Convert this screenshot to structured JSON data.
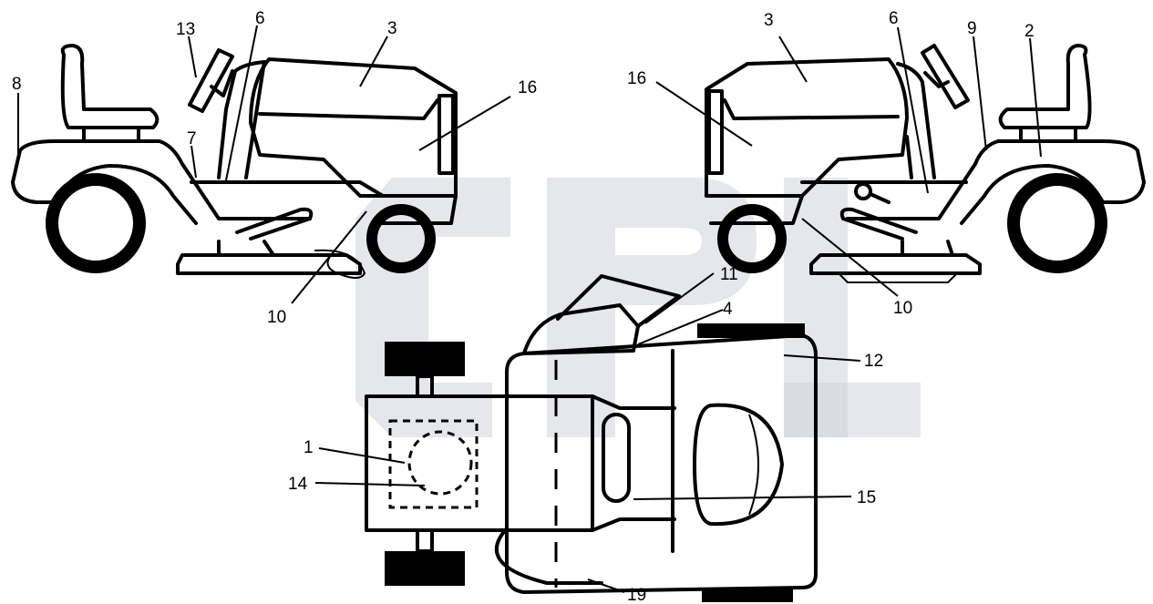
{
  "watermark": {
    "color": "#cfd4dc"
  },
  "callouts": [
    {
      "id": "left-13",
      "number": "13"
    },
    {
      "id": "left-6",
      "number": "6"
    },
    {
      "id": "left-3",
      "number": "3"
    },
    {
      "id": "left-8",
      "number": "8"
    },
    {
      "id": "left-7",
      "number": "7"
    },
    {
      "id": "left-16",
      "number": "16"
    },
    {
      "id": "left-10",
      "number": "10"
    },
    {
      "id": "right-3",
      "number": "3"
    },
    {
      "id": "right-6",
      "number": "6"
    },
    {
      "id": "right-9",
      "number": "9"
    },
    {
      "id": "right-2",
      "number": "2"
    },
    {
      "id": "right-16",
      "number": "16"
    },
    {
      "id": "right-10",
      "number": "10"
    },
    {
      "id": "top-11",
      "number": "11"
    },
    {
      "id": "top-4",
      "number": "4"
    },
    {
      "id": "top-12",
      "number": "12"
    },
    {
      "id": "top-1",
      "number": "1"
    },
    {
      "id": "top-14",
      "number": "14"
    },
    {
      "id": "top-15",
      "number": "15"
    },
    {
      "id": "top-19",
      "number": "19"
    }
  ]
}
